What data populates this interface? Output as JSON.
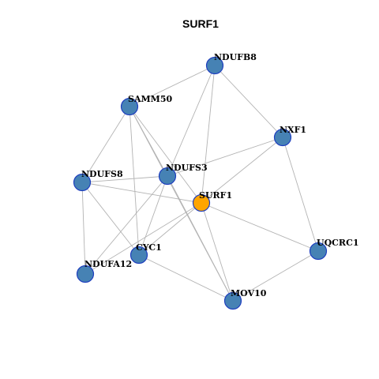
{
  "title": "SURF1",
  "colors": {
    "node_default": "#4682b4",
    "node_highlight": "#ffa500",
    "node_border": "#1f3fbf",
    "edge": "#b3b3b3"
  },
  "nodes": [
    {
      "id": "NDUFB8",
      "label": "NDUFB8",
      "highlight": false
    },
    {
      "id": "SAMM50",
      "label": "SAMM50",
      "highlight": false
    },
    {
      "id": "NXF1",
      "label": "NXF1",
      "highlight": false
    },
    {
      "id": "NDUFS8",
      "label": "NDUFS8",
      "highlight": false
    },
    {
      "id": "NDUFS3",
      "label": "NDUFS3",
      "highlight": false
    },
    {
      "id": "SURF1",
      "label": "SURF1",
      "highlight": true
    },
    {
      "id": "UQCRC1",
      "label": "UQCRC1",
      "highlight": false
    },
    {
      "id": "CYC1",
      "label": "CYC1",
      "highlight": false
    },
    {
      "id": "NDUFA12",
      "label": "NDUFA12",
      "highlight": false
    },
    {
      "id": "MOV10",
      "label": "MOV10",
      "highlight": false
    }
  ],
  "edges": [
    [
      "NDUFB8",
      "SAMM50"
    ],
    [
      "NDUFB8",
      "NXF1"
    ],
    [
      "NDUFB8",
      "NDUFS3"
    ],
    [
      "NDUFB8",
      "SURF1"
    ],
    [
      "SAMM50",
      "NDUFS8"
    ],
    [
      "SAMM50",
      "NDUFS3"
    ],
    [
      "SAMM50",
      "SURF1"
    ],
    [
      "SAMM50",
      "CYC1"
    ],
    [
      "SAMM50",
      "MOV10"
    ],
    [
      "NXF1",
      "NDUFS3"
    ],
    [
      "NXF1",
      "SURF1"
    ],
    [
      "NXF1",
      "UQCRC1"
    ],
    [
      "NDUFS8",
      "NDUFS3"
    ],
    [
      "NDUFS8",
      "SURF1"
    ],
    [
      "NDUFS8",
      "NDUFA12"
    ],
    [
      "NDUFS8",
      "CYC1"
    ],
    [
      "NDUFS3",
      "NDUFA12"
    ],
    [
      "NDUFS3",
      "CYC1"
    ],
    [
      "NDUFS3",
      "MOV10"
    ],
    [
      "SURF1",
      "CYC1"
    ],
    [
      "SURF1",
      "UQCRC1"
    ],
    [
      "SURF1",
      "NDUFA12"
    ],
    [
      "SURF1",
      "MOV10"
    ],
    [
      "CYC1",
      "MOV10"
    ],
    [
      "UQCRC1",
      "MOV10"
    ]
  ]
}
